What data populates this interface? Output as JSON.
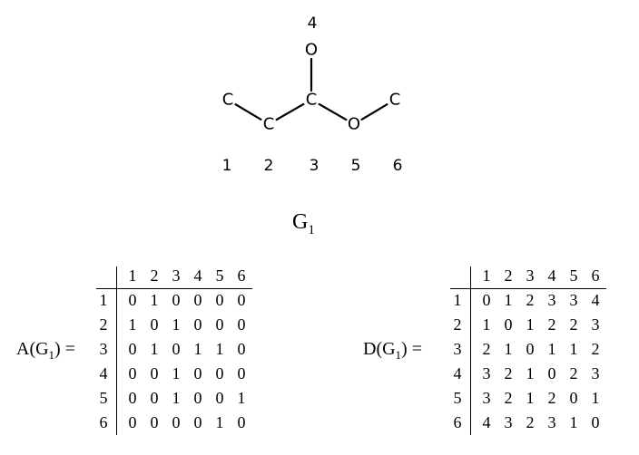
{
  "molecule": {
    "atoms": [
      {
        "id": "1",
        "symbol": "C"
      },
      {
        "id": "2",
        "symbol": "C"
      },
      {
        "id": "3",
        "symbol": "C"
      },
      {
        "id": "4",
        "symbol": "O"
      },
      {
        "id": "5",
        "symbol": "O"
      },
      {
        "id": "6",
        "symbol": "C"
      }
    ],
    "bonds": [
      [
        "1",
        "2"
      ],
      [
        "2",
        "3"
      ],
      [
        "3",
        "4"
      ],
      [
        "3",
        "5"
      ],
      [
        "5",
        "6"
      ]
    ]
  },
  "graph_label": {
    "main": "G",
    "sub": "1"
  },
  "adjacency": {
    "label_main": "A(G",
    "label_sub": "1",
    "label_end": ") =",
    "headers": [
      "1",
      "2",
      "3",
      "4",
      "5",
      "6"
    ],
    "rows": [
      [
        "0",
        "1",
        "0",
        "0",
        "0",
        "0"
      ],
      [
        "1",
        "0",
        "1",
        "0",
        "0",
        "0"
      ],
      [
        "0",
        "1",
        "0",
        "1",
        "1",
        "0"
      ],
      [
        "0",
        "0",
        "1",
        "0",
        "0",
        "0"
      ],
      [
        "0",
        "0",
        "1",
        "0",
        "0",
        "1"
      ],
      [
        "0",
        "0",
        "0",
        "0",
        "1",
        "0"
      ]
    ]
  },
  "distance": {
    "label_main": "D(G",
    "label_sub": "1",
    "label_end": ") =",
    "headers": [
      "1",
      "2",
      "3",
      "4",
      "5",
      "6"
    ],
    "rows": [
      [
        "0",
        "1",
        "2",
        "3",
        "3",
        "4"
      ],
      [
        "1",
        "0",
        "1",
        "2",
        "2",
        "3"
      ],
      [
        "2",
        "1",
        "0",
        "1",
        "1",
        "2"
      ],
      [
        "3",
        "2",
        "1",
        "0",
        "2",
        "3"
      ],
      [
        "3",
        "2",
        "1",
        "2",
        "0",
        "1"
      ],
      [
        "4",
        "3",
        "2",
        "3",
        "1",
        "0"
      ]
    ]
  }
}
